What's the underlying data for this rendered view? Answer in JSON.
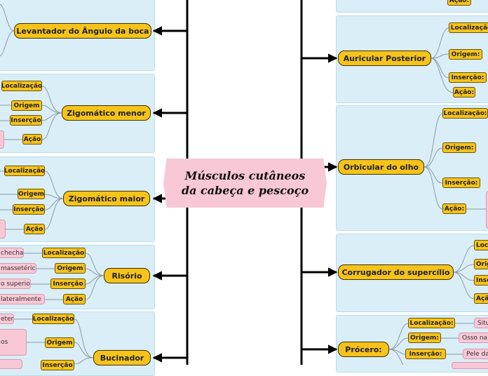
{
  "central": {
    "line1": "Músculos cutâneos",
    "line2": "da cabeça e pescoço"
  },
  "left": [
    {
      "title": "Levantador do Ângulo da boca",
      "tags": []
    },
    {
      "title": "Zigomático menor",
      "tags": [
        {
          "label": "Localização",
          "detail": ""
        },
        {
          "label": "Origem",
          "detail": ""
        },
        {
          "label": "Inserção",
          "detail": ""
        },
        {
          "label": "Ação",
          "detail": ""
        }
      ]
    },
    {
      "title": "Zigomático maior",
      "tags": [
        {
          "label": "Localização",
          "detail": ""
        },
        {
          "label": "Origem",
          "detail": ""
        },
        {
          "label": "Inserção",
          "detail": ""
        },
        {
          "label": "Ação",
          "detail": ""
        }
      ]
    },
    {
      "title": "Risório",
      "tags": [
        {
          "label": "Localização",
          "detail": "checha"
        },
        {
          "label": "Origem",
          "detail": "massetérica"
        },
        {
          "label": "Inserção",
          "detail": "o superior"
        },
        {
          "label": "Ação",
          "detail": "lateralmente"
        }
      ]
    },
    {
      "title": "Bucinador",
      "tags": [
        {
          "label": "Localização",
          "detail": "eter"
        },
        {
          "label": "Origem",
          "detail": "os"
        },
        {
          "label": "Inserção",
          "detail": ""
        }
      ]
    }
  ],
  "right": [
    {
      "title": "",
      "tags": [
        {
          "label": "Ação:",
          "detail": ""
        }
      ]
    },
    {
      "title": "Auricular Posterior",
      "tags": [
        {
          "label": "Localização",
          "detail": ""
        },
        {
          "label": "Origem:",
          "detail": ""
        },
        {
          "label": "Inserção:",
          "detail": ""
        },
        {
          "label": "Ação:",
          "detail": ""
        }
      ]
    },
    {
      "title": "Orbicular do olho",
      "tags": [
        {
          "label": "Localização:",
          "detail": ""
        },
        {
          "label": "Origem:",
          "detail": ""
        },
        {
          "label": "Inserção:",
          "detail": ""
        },
        {
          "label": "Ação:",
          "detail": ""
        }
      ]
    },
    {
      "title": "Corrugador do supercílio",
      "tags": [
        {
          "label": "Loca",
          "detail": ""
        },
        {
          "label": "Orig",
          "detail": ""
        },
        {
          "label": "Inse",
          "detail": ""
        },
        {
          "label": "Açã",
          "detail": ""
        }
      ]
    },
    {
      "title": "Prócero:",
      "tags": [
        {
          "label": "Localização:",
          "detail": "Situ"
        },
        {
          "label": "Origem:",
          "detail": "Osso na"
        },
        {
          "label": "Inserção:",
          "detail": "Pele da"
        }
      ]
    }
  ],
  "colors": {
    "node": "#f6c31a",
    "panel": "#daeef8",
    "detail": "#f8c8d6",
    "central": "#f8c8d6",
    "edge": "#000000",
    "twig": "#8a9aa2"
  }
}
